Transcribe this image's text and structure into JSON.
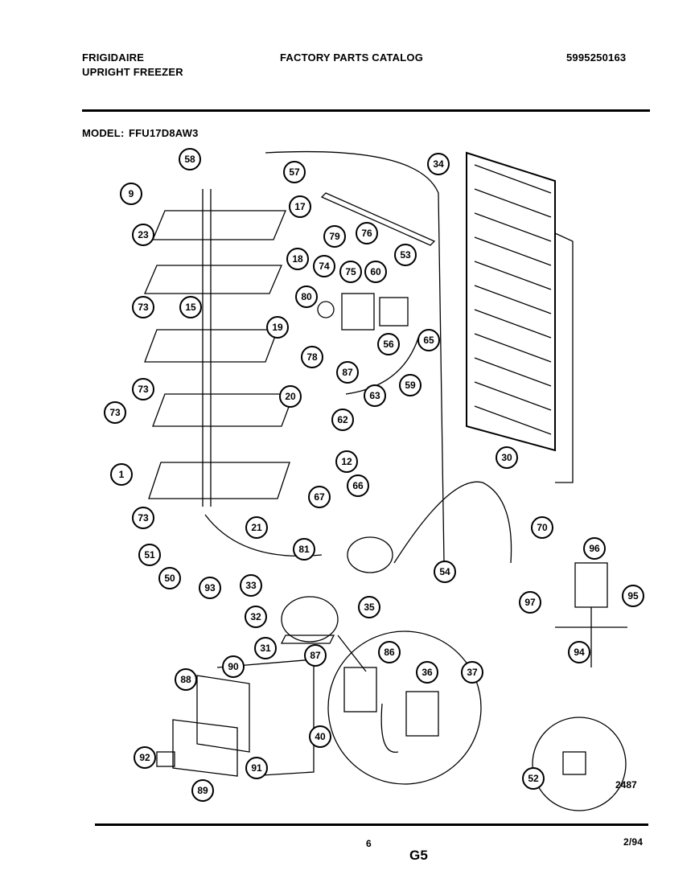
{
  "header": {
    "brand": "FRIGIDAIRE",
    "product": "UPRIGHT FREEZER",
    "catalog_title": "FACTORY PARTS CATALOG",
    "catalog_number": "5995250163",
    "model_label": "MODEL:",
    "model_number": "FFU17D8AW3"
  },
  "diagram": {
    "callouts": [
      "58",
      "57",
      "34",
      "9",
      "17",
      "23",
      "79",
      "76",
      "18",
      "74",
      "75",
      "60",
      "53",
      "80",
      "73",
      "15",
      "19",
      "65",
      "78",
      "56",
      "87",
      "73",
      "59",
      "63",
      "20",
      "62",
      "73",
      "30",
      "1",
      "12",
      "66",
      "67",
      "70",
      "73",
      "21",
      "81",
      "54",
      "96",
      "51",
      "50",
      "93",
      "33",
      "35",
      "95",
      "97",
      "32",
      "31",
      "94",
      "86",
      "36",
      "37",
      "88",
      "90",
      "87",
      "40",
      "91",
      "92",
      "89",
      "52"
    ],
    "drawing_number": "2487"
  },
  "footer": {
    "page": "6",
    "section": "G5",
    "date": "2/94"
  }
}
